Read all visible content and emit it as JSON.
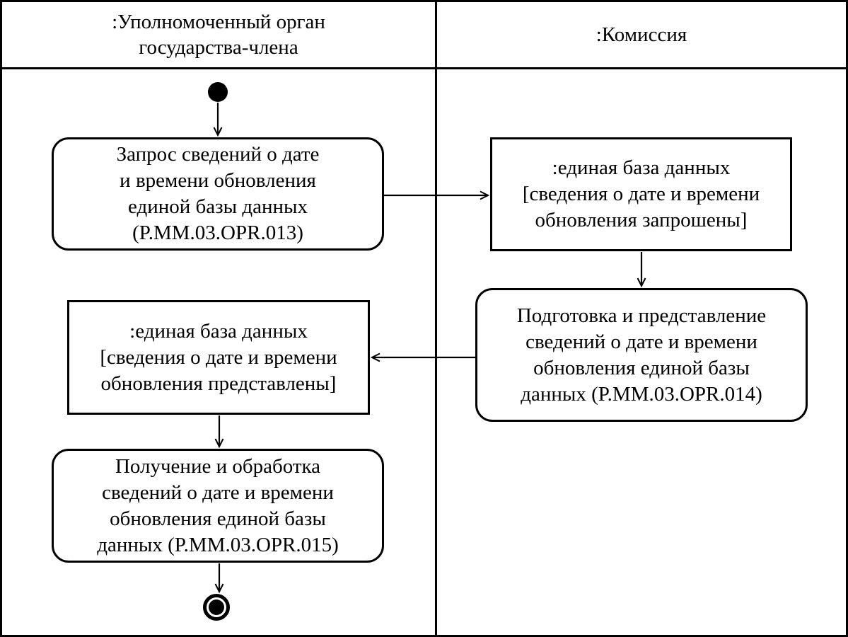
{
  "colors": {
    "ink": "#000000",
    "paper": "#ffffff"
  },
  "lanes": {
    "left": {
      "title": ":Уполномоченный орган\nгосударства-члена"
    },
    "right": {
      "title": ":Комиссия"
    }
  },
  "nodes": {
    "activity_request": {
      "text": "Запрос сведений о дате\nи времени обновления\nединой базы данных\n(P.MM.03.OPR.013)"
    },
    "object_requested": {
      "text": ":единая база данных\n[сведения о дате и времени\nобновления запрошены]"
    },
    "activity_prepare": {
      "text": "Подготовка и представление\nсведений о дате и времени\nобновления единой базы\nданных (P.MM.03.OPR.014)"
    },
    "object_provided": {
      "text": ":единая база данных\n[сведения о дате и времени\nобновления представлены]"
    },
    "activity_receive": {
      "text": "Получение и обработка\nсведений о дате и времени\nобновления единой базы\nданных (P.MM.03.OPR.015)"
    }
  }
}
